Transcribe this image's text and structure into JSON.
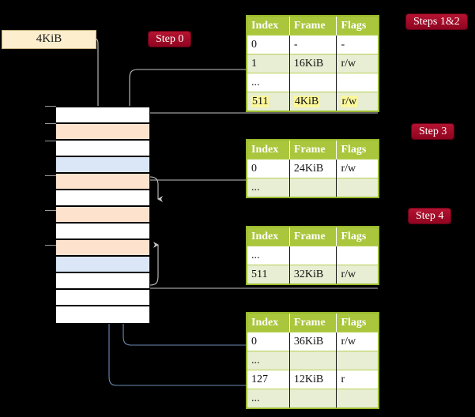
{
  "banner": {
    "label": "4KiB"
  },
  "badges": [
    {
      "name": "step-0",
      "label": "Step 0"
    },
    {
      "name": "steps-1-2",
      "label": "Steps 1&2"
    },
    {
      "name": "step-3",
      "label": "Step 3"
    },
    {
      "name": "step-4",
      "label": "Step 4"
    }
  ],
  "memory_block": {
    "rows": [
      {
        "fill": "white"
      },
      {
        "fill": "orange"
      },
      {
        "fill": "white"
      },
      {
        "fill": "blue"
      },
      {
        "fill": "orange"
      },
      {
        "fill": "white"
      },
      {
        "fill": "orange"
      },
      {
        "fill": "white"
      },
      {
        "fill": "orange"
      },
      {
        "fill": "blue"
      },
      {
        "fill": "white"
      },
      {
        "fill": "white"
      },
      {
        "fill": "white"
      }
    ]
  },
  "tables": [
    {
      "name": "page-table-level-4",
      "headers": [
        "Index",
        "Frame",
        "Flags"
      ],
      "rows": [
        {
          "cells": [
            "0",
            "-",
            "-"
          ],
          "alt": false,
          "highlight": false
        },
        {
          "cells": [
            "1",
            "16KiB",
            "r/w"
          ],
          "alt": true,
          "highlight": false
        },
        {
          "cells": [
            "...",
            "",
            ""
          ],
          "alt": false,
          "highlight": false
        },
        {
          "cells": [
            "511",
            "4KiB",
            "r/w"
          ],
          "alt": true,
          "highlight": true
        }
      ]
    },
    {
      "name": "page-table-level-3",
      "headers": [
        "Index",
        "Frame",
        "Flags"
      ],
      "rows": [
        {
          "cells": [
            "0",
            "24KiB",
            "r/w"
          ],
          "alt": false,
          "highlight": false
        },
        {
          "cells": [
            "...",
            "",
            ""
          ],
          "alt": true,
          "highlight": false
        }
      ]
    },
    {
      "name": "page-table-level-2",
      "headers": [
        "Index",
        "Frame",
        "Flags"
      ],
      "rows": [
        {
          "cells": [
            "...",
            "",
            ""
          ],
          "alt": false,
          "highlight": false
        },
        {
          "cells": [
            "511",
            "32KiB",
            "r/w"
          ],
          "alt": true,
          "highlight": false
        }
      ]
    },
    {
      "name": "page-table-level-1",
      "headers": [
        "Index",
        "Frame",
        "Flags"
      ],
      "rows": [
        {
          "cells": [
            "0",
            "36KiB",
            "r/w"
          ],
          "alt": false,
          "highlight": false
        },
        {
          "cells": [
            "...",
            "",
            ""
          ],
          "alt": true,
          "highlight": false
        },
        {
          "cells": [
            "127",
            "12KiB",
            "r"
          ],
          "alt": false,
          "highlight": false
        },
        {
          "cells": [
            "...",
            "",
            ""
          ],
          "alt": true,
          "highlight": false
        }
      ]
    }
  ],
  "colors": {
    "background": "#000000",
    "header_green": "#a9c63c",
    "table_border_green": "#9aba2e",
    "alt_row": "#e7eed3",
    "highlight_yellow": "#fbf79a",
    "badge_red": "#a80b2a",
    "banner_cream": "#fdeecd",
    "block_orange": "#fde3cd",
    "block_blue": "#dbe7f7",
    "wire_gray": "#c8c8c8",
    "wire_blue": "#5a7ba8"
  }
}
